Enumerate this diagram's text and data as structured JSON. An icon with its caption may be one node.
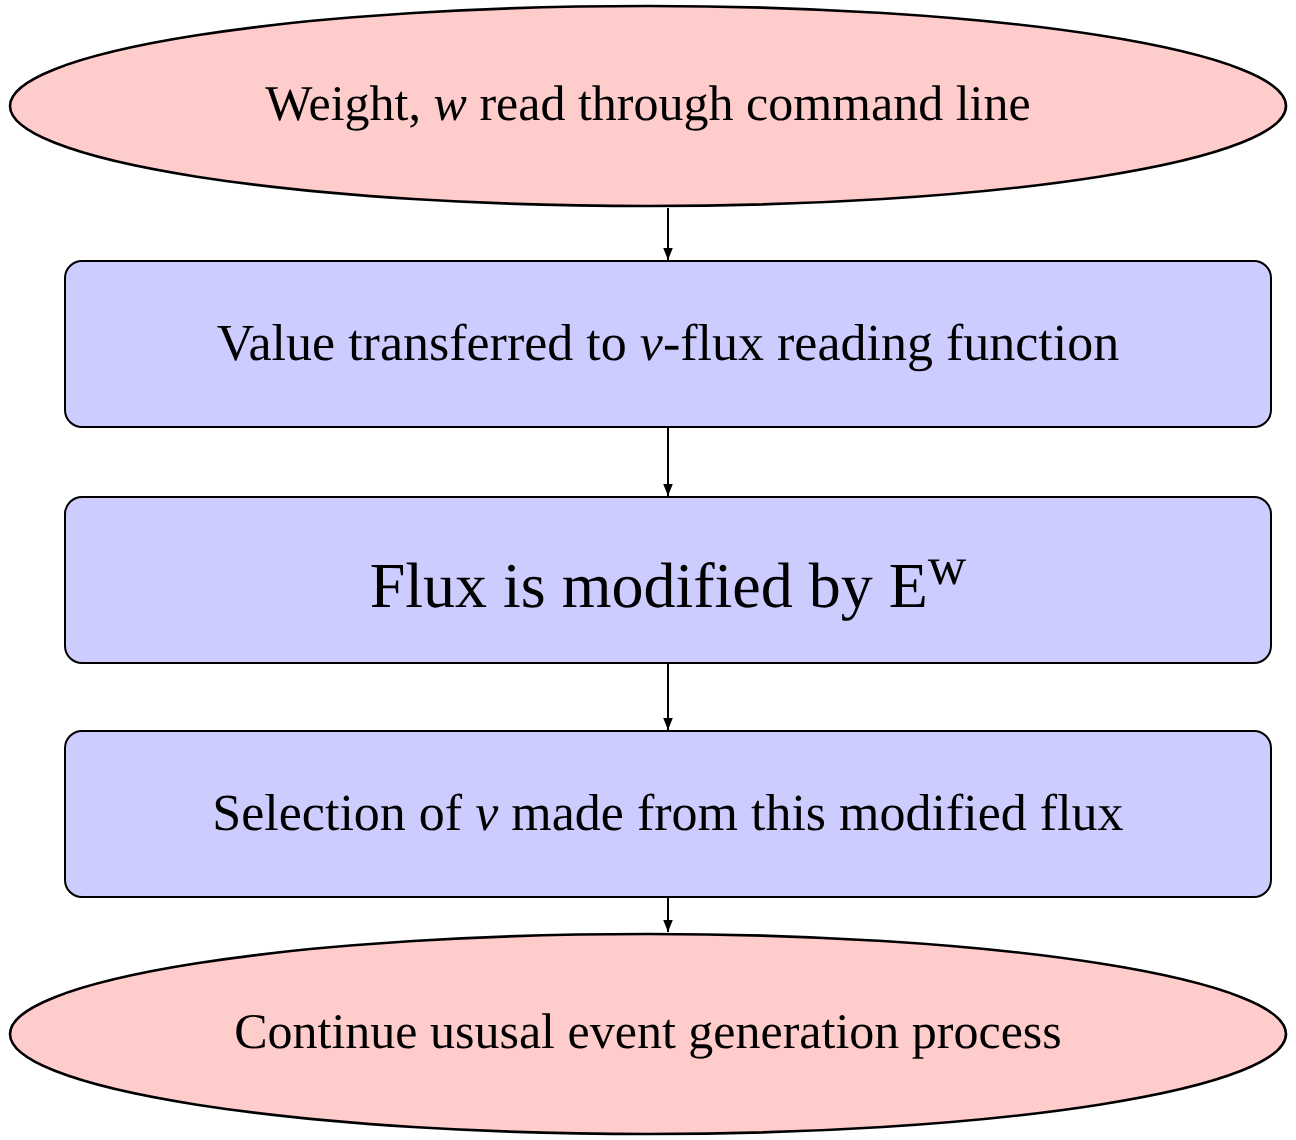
{
  "diagram": {
    "nodes": [
      {
        "text": [
          "Weight, *w* read through command line"
        ]
      },
      {
        "text": [
          "Value transferred to *ν*-flux reading function"
        ]
      },
      {
        "text": [
          "Flux is modified by E$^{w}$"
        ]
      },
      {
        "text": [
          "Selection of *ν* made from this modified flux"
        ]
      },
      {
        "text": [
          "Continue ususal event generation process"
        ]
      }
    ],
    "edges": [
      {
        "from": 0,
        "to": 1,
        "arrow": "to"
      },
      {
        "from": 1,
        "to": 2,
        "arrow": "to"
      },
      {
        "from": 2,
        "to": 3,
        "arrow": "to"
      },
      {
        "from": 3,
        "to": 4,
        "arrow": "to"
      }
    ]
  }
}
